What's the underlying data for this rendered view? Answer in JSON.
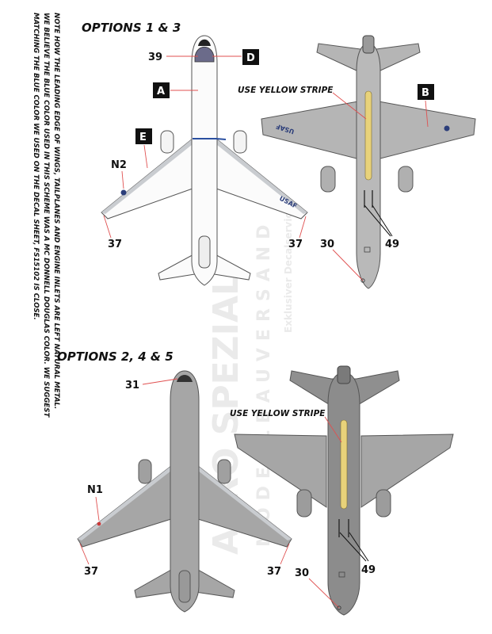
{
  "note": {
    "line1": "NOTE HOW THE LEADING EDGE OF WINGS, TAILPLANES AND ENGINE INLETS ARE LEFT NATURAL METAL.",
    "line2": "WE BELIEVE THE BLUE COLOR USED IN THIS SCHEME WAS A MC DONNELL DOUGLAS COLOR. WE SUGGEST",
    "line3": "MATCHING THE BLUE COLOR WE USED ON THE DECAL SHEET, FS15102 IS CLOSE."
  },
  "sections": {
    "top_title": "OPTIONS 1 & 3",
    "bottom_title": "OPTIONS 2, 4 & 5"
  },
  "labels": {
    "use_yellow_stripe": "USE YELLOW STRIPE",
    "usaf": "USAF"
  },
  "badges": {
    "a": "A",
    "b": "B",
    "d": "D",
    "e": "E"
  },
  "callouts": {
    "n39": "39",
    "n2": "N2",
    "n37": "37",
    "n30": "30",
    "n49": "49",
    "n31": "31",
    "n1": "N1"
  },
  "watermark": {
    "line1": "AERO SPEZIAL",
    "line2": "MODELLBAUVERSAND",
    "line3": "Exklusiver Decalservice"
  },
  "colors": {
    "white_scheme": "#fbfbfb",
    "gray_scheme": "#a6a6a6",
    "dark_gray": "#8c8c8c",
    "natural_metal": "#c9ccd0",
    "cheat_line_blue": "#2a4fa0",
    "yellow_stripe": "#e8d27a",
    "leader_red": "#e05050"
  }
}
